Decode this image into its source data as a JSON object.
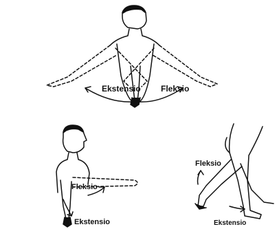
{
  "figures": {
    "top": {
      "extension_label": "Ekstensio",
      "flexion_label": "Fleksio"
    },
    "bottom_left": {
      "flexion_label": "Fleksio",
      "extension_label": "Ekstensio"
    },
    "bottom_right": {
      "flexion_label": "Fleksio",
      "extension_label": "Ekstensio"
    }
  },
  "colors": {
    "ink": "#111111",
    "background": "#ffffff"
  }
}
